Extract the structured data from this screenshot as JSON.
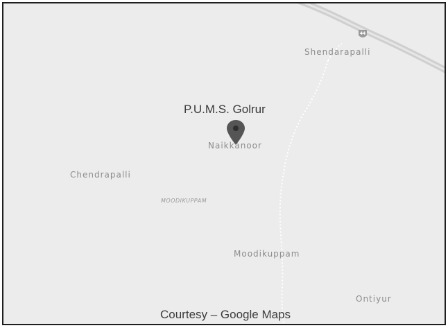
{
  "map": {
    "place_title": "P.U.M.S. Golrur",
    "highway_number": "44",
    "villages": {
      "shendarapalli": "Shendarapalli",
      "naikkanoor": "Naikkanoor",
      "chendrapalli": "Chendrapalli",
      "moodikuppam_area": "MOODIKUPPAM",
      "moodikuppam": "Moodikuppam",
      "ontiyur": "Ontiyur"
    },
    "courtesy": "Courtesy – Google Maps"
  },
  "colors": {
    "map_background": "#ececec",
    "highway": "#d2d2d2",
    "minor_road": "#ffffff",
    "marker": "#555555"
  }
}
